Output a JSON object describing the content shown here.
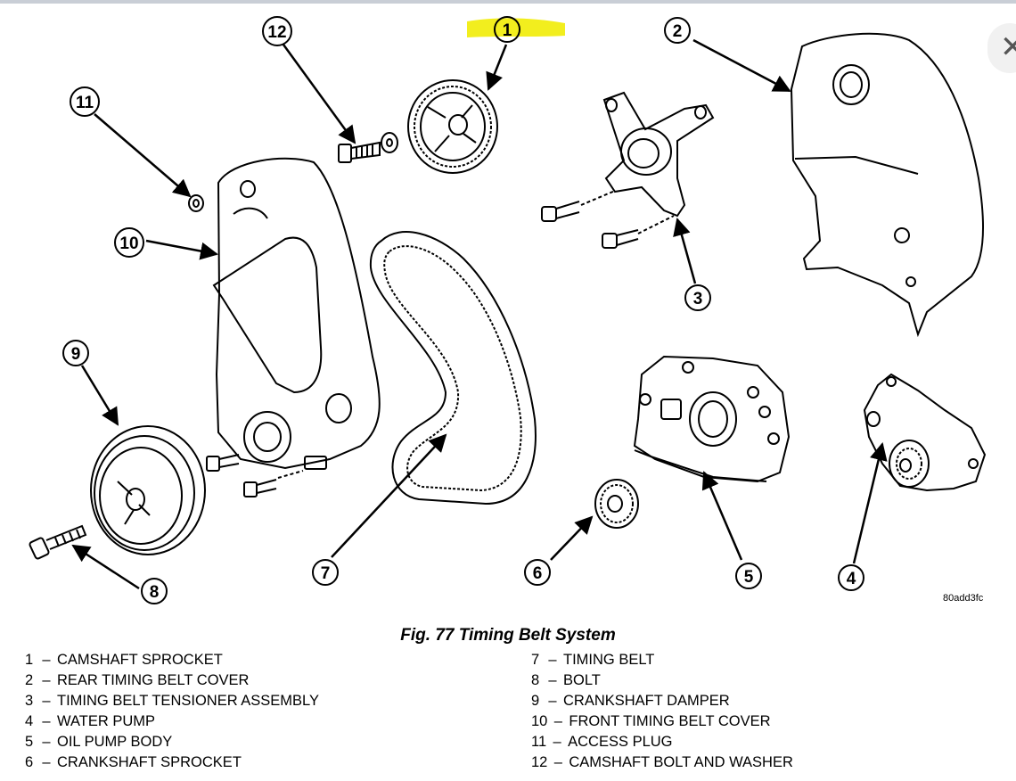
{
  "figure": {
    "caption": "Fig. 77 Timing Belt System",
    "image_code": "80add3fc"
  },
  "callouts": [
    "1",
    "2",
    "3",
    "4",
    "5",
    "6",
    "7",
    "8",
    "9",
    "10",
    "11",
    "12"
  ],
  "legend_left": [
    {
      "num": "1",
      "label": "CAMSHAFT SPROCKET"
    },
    {
      "num": "2",
      "label": "REAR TIMING BELT COVER"
    },
    {
      "num": "3",
      "label": "TIMING BELT TENSIONER ASSEMBLY"
    },
    {
      "num": "4",
      "label": "WATER PUMP"
    },
    {
      "num": "5",
      "label": "OIL PUMP BODY"
    },
    {
      "num": "6",
      "label": "CRANKSHAFT SPROCKET"
    }
  ],
  "legend_right": [
    {
      "num": "7",
      "label": "TIMING BELT"
    },
    {
      "num": "8",
      "label": "BOLT"
    },
    {
      "num": "9",
      "label": "CRANKSHAFT DAMPER"
    },
    {
      "num": "10",
      "label": "FRONT TIMING BELT COVER"
    },
    {
      "num": "11",
      "label": "ACCESS PLUG"
    },
    {
      "num": "12",
      "label": "CAMSHAFT BOLT AND WASHER"
    }
  ],
  "legend_dash": "–",
  "close_glyph": "✕",
  "colors": {
    "highlight": "#f2ee1e",
    "line": "#000000",
    "close_bg": "#f1f1f1"
  }
}
